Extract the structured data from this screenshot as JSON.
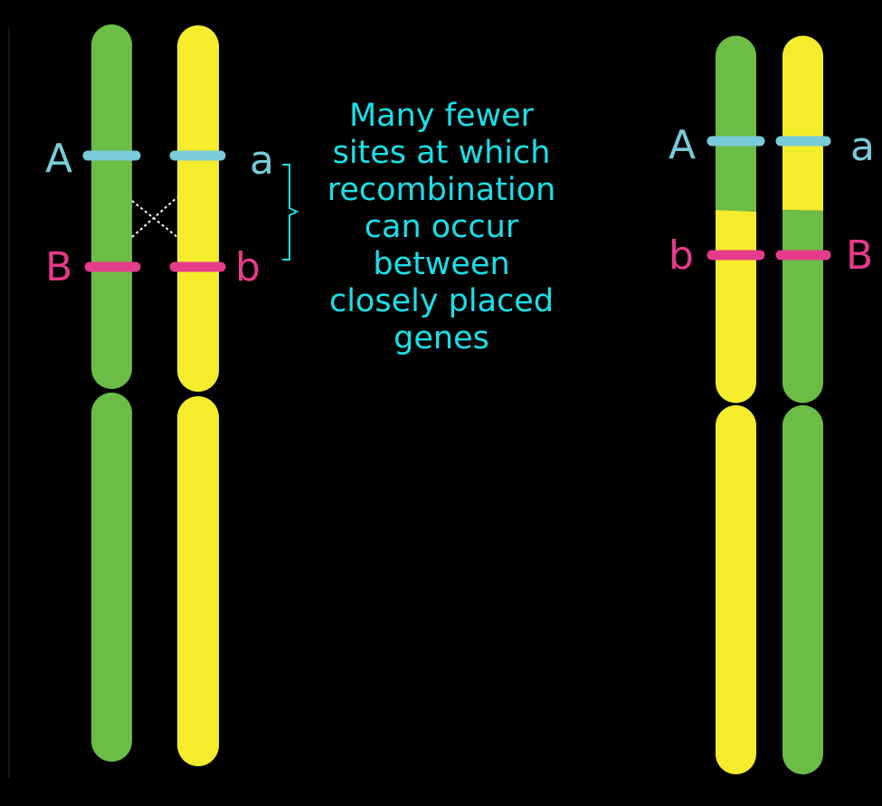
{
  "colors": {
    "background": "#000000",
    "green_chromosome": "#6bbd45",
    "yellow_chromosome": "#f5ec2c",
    "gene_A": "#78cbd8",
    "gene_B": "#e43b8b",
    "caption": "#19e0e8",
    "crossover_lines": "#ffffff"
  },
  "left_pair": {
    "labels": {
      "A": "A",
      "a": "a",
      "B": "B",
      "b": "b"
    }
  },
  "right_pair": {
    "labels": {
      "A": "A",
      "a": "a",
      "b": "b",
      "B": "B"
    }
  },
  "caption": {
    "lines": [
      "Many fewer",
      "sites at which",
      "recombination",
      "can occur",
      "between",
      "closely placed",
      "genes"
    ]
  },
  "icons": [
    "crossover-x-icon",
    "bracket-icon"
  ]
}
